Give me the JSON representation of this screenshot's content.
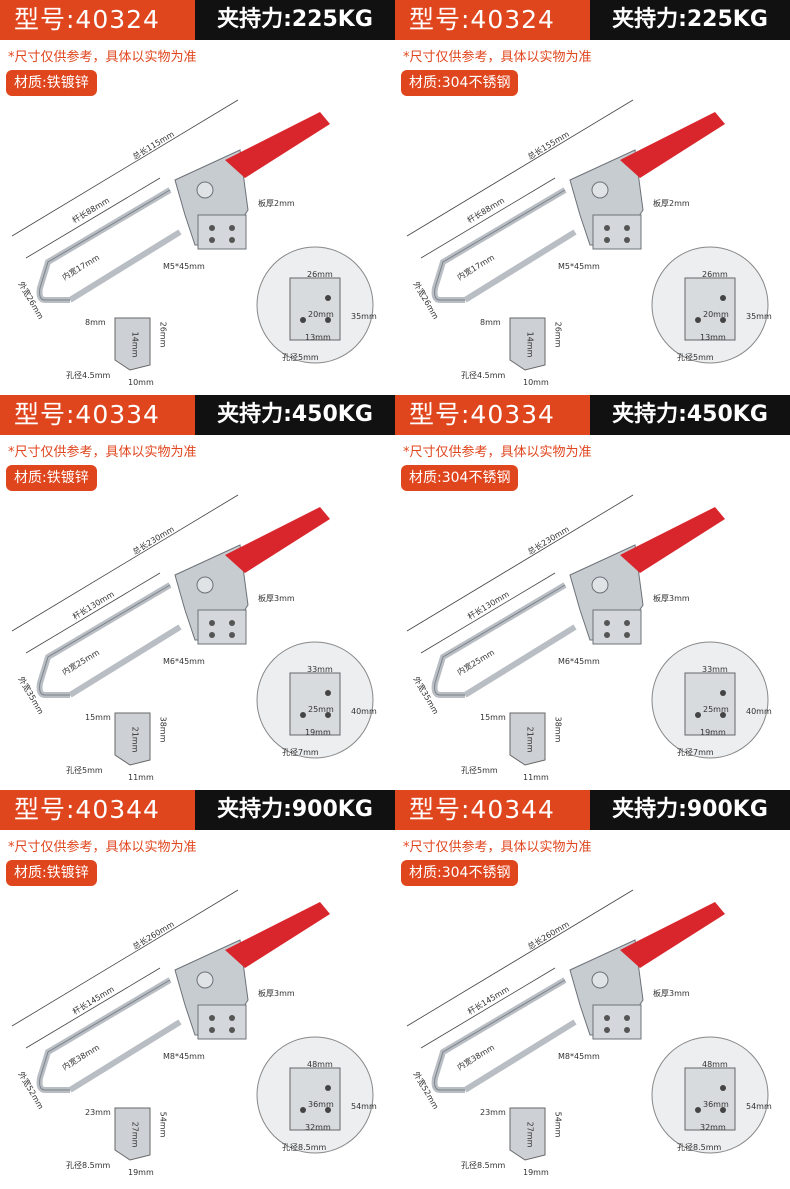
{
  "panels": [
    {
      "model": "型号:40324",
      "force": "夹持力:225KG",
      "note": "*尺寸仅供参考，具体以实物为准",
      "material": "材质:铁镀锌",
      "labels": {
        "total": "总长115mm",
        "rod": "杆长88mm",
        "inner": "内宽17mm",
        "outer": "外宽26mm",
        "plate": "板厚2mm",
        "bolt": "M5*45mm",
        "d1": "26mm",
        "d2": "20mm",
        "d3": "13mm",
        "d4": "35mm",
        "hole": "孔径5mm",
        "c1": "8mm",
        "c2": "26mm",
        "c3": "14mm",
        "c4": "孔径4.5mm",
        "c5": "10mm"
      }
    },
    {
      "model": "型号:40324",
      "force": "夹持力:225KG",
      "note": "*尺寸仅供参考，具体以实物为准",
      "material": "材质:304不锈钢",
      "labels": {
        "total": "总长155mm",
        "rod": "杆长88mm",
        "inner": "内宽17mm",
        "outer": "外宽26mm",
        "plate": "板厚2mm",
        "bolt": "M5*45mm",
        "d1": "26mm",
        "d2": "20mm",
        "d3": "13mm",
        "d4": "35mm",
        "hole": "孔径5mm",
        "c1": "8mm",
        "c2": "26mm",
        "c3": "14mm",
        "c4": "孔径4.5mm",
        "c5": "10mm"
      }
    },
    {
      "model": "型号:40334",
      "force": "夹持力:450KG",
      "note": "*尺寸仅供参考，具体以实物为准",
      "material": "材质:铁镀锌",
      "labels": {
        "total": "总长230mm",
        "rod": "杆长130mm",
        "inner": "内宽25mm",
        "outer": "外宽35mm",
        "plate": "板厚3mm",
        "bolt": "M6*45mm",
        "d1": "33mm",
        "d2": "25mm",
        "d3": "19mm",
        "d4": "40mm",
        "hole": "孔径7mm",
        "c1": "15mm",
        "c2": "38mm",
        "c3": "21mm",
        "c4": "孔径5mm",
        "c5": "11mm"
      }
    },
    {
      "model": "型号:40334",
      "force": "夹持力:450KG",
      "note": "*尺寸仅供参考，具体以实物为准",
      "material": "材质:304不锈钢",
      "labels": {
        "total": "总长230mm",
        "rod": "杆长130mm",
        "inner": "内宽25mm",
        "outer": "外宽35mm",
        "plate": "板厚3mm",
        "bolt": "M6*45mm",
        "d1": "33mm",
        "d2": "25mm",
        "d3": "19mm",
        "d4": "40mm",
        "hole": "孔径7mm",
        "c1": "15mm",
        "c2": "38mm",
        "c3": "21mm",
        "c4": "孔径5mm",
        "c5": "11mm"
      }
    },
    {
      "model": "型号:40344",
      "force": "夹持力:900KG",
      "note": "*尺寸仅供参考，具体以实物为准",
      "material": "材质:铁镀锌",
      "labels": {
        "total": "总长260mm",
        "rod": "杆长145mm",
        "inner": "内宽38mm",
        "outer": "外宽52mm",
        "plate": "板厚3mm",
        "bolt": "M8*45mm",
        "d1": "48mm",
        "d2": "36mm",
        "d3": "32mm",
        "d4": "54mm",
        "hole": "孔径8.5mm",
        "c1": "23mm",
        "c2": "54mm",
        "c3": "27mm",
        "c4": "孔径8.5mm",
        "c5": "19mm"
      }
    },
    {
      "model": "型号:40344",
      "force": "夹持力:900KG",
      "note": "*尺寸仅供参考，具体以实物为准",
      "material": "材质:304不锈钢",
      "labels": {
        "total": "总长260mm",
        "rod": "杆长145mm",
        "inner": "内宽38mm",
        "outer": "外宽52mm",
        "plate": "板厚3mm",
        "bolt": "M8*45mm",
        "d1": "48mm",
        "d2": "36mm",
        "d3": "32mm",
        "d4": "54mm",
        "hole": "孔径8.5mm",
        "c1": "23mm",
        "c2": "54mm",
        "c3": "27mm",
        "c4": "孔径8.5mm",
        "c5": "19mm"
      }
    }
  ],
  "colors": {
    "accent": "#e0461e",
    "dark": "#111111",
    "handle": "#d9262c",
    "steel": "#b9bec4"
  }
}
